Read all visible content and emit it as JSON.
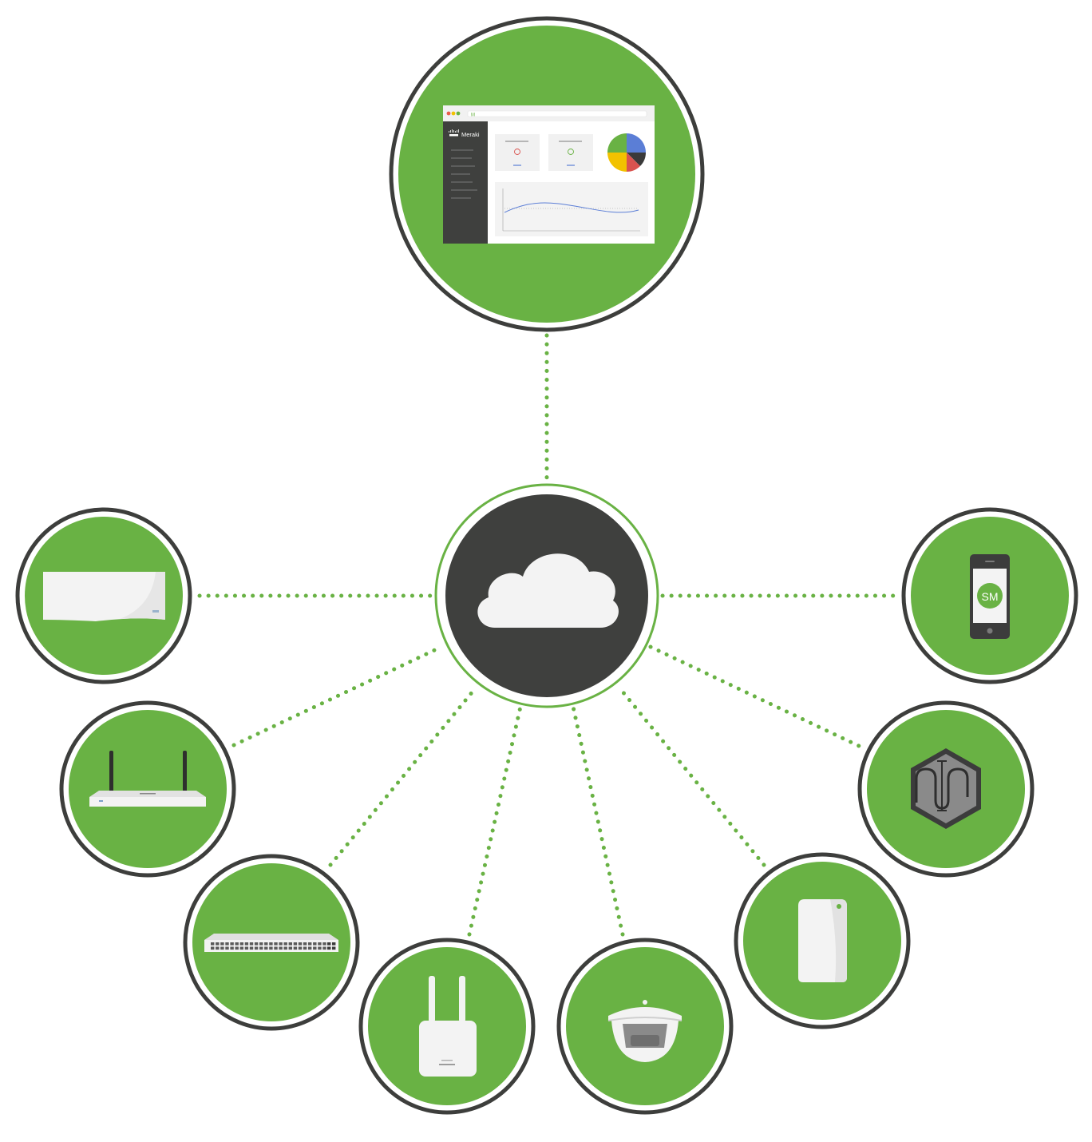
{
  "colors": {
    "green": "#69b244",
    "dark_ring": "#3d3e3c",
    "cloud_core": "#3f403e",
    "dotted_line": "#69b244",
    "device_white": "#f3f3f3",
    "device_shadow": "#d8d8d8"
  },
  "dashboard": {
    "brand_text": "Meraki",
    "url_mark": "M",
    "pie_colors": [
      "#5b7ed6",
      "#3a3a3a",
      "#d9534f",
      "#f2c200",
      "#69b244"
    ],
    "status_colors": [
      "#d9534f",
      "#69b244"
    ]
  },
  "hub": {
    "icon": "cloud-icon"
  },
  "devices": [
    {
      "id": "security-appliance",
      "icon": "security-appliance-icon"
    },
    {
      "id": "router",
      "icon": "router-with-antennas-icon"
    },
    {
      "id": "switch",
      "icon": "rack-switch-icon"
    },
    {
      "id": "access-point",
      "icon": "access-point-icon"
    },
    {
      "id": "camera",
      "icon": "dome-camera-icon"
    },
    {
      "id": "sensor",
      "icon": "sensor-icon"
    },
    {
      "id": "insight",
      "icon": "hexagon-insight-icon"
    },
    {
      "id": "systems-manager",
      "icon": "smartphone-icon",
      "label": "SM"
    }
  ]
}
